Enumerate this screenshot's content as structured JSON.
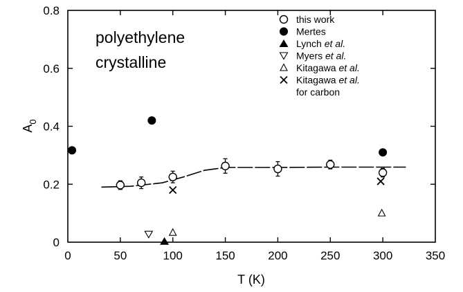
{
  "chart_data": {
    "type": "scatter",
    "annotation_lines": [
      "polyethylene",
      "crystalline"
    ],
    "xlabel": "T (K)",
    "ylabel": "A",
    "ylabel_subscript": "0",
    "xlim": [
      0,
      350
    ],
    "ylim": [
      0,
      0.8
    ],
    "xticks": [
      "0",
      "50",
      "100",
      "150",
      "200",
      "250",
      "300",
      "350"
    ],
    "yticks": [
      "0",
      "0.2",
      "0.4",
      "0.6",
      "0.8"
    ],
    "grid": false,
    "legend_position": "top-right",
    "series": [
      {
        "name": "this work",
        "marker": "open-circle",
        "points": [
          {
            "x": 50,
            "y": 0.197,
            "err": 0.015
          },
          {
            "x": 70,
            "y": 0.205,
            "err": 0.02
          },
          {
            "x": 100,
            "y": 0.225,
            "err": 0.02
          },
          {
            "x": 150,
            "y": 0.263,
            "err": 0.025
          },
          {
            "x": 200,
            "y": 0.253,
            "err": 0.025
          },
          {
            "x": 250,
            "y": 0.268,
            "err": 0.015
          },
          {
            "x": 300,
            "y": 0.24,
            "err": 0.015
          }
        ]
      },
      {
        "name": "Mertes",
        "marker": "filled-circle",
        "points": [
          {
            "x": 4,
            "y": 0.317
          },
          {
            "x": 80,
            "y": 0.42
          },
          {
            "x": 300,
            "y": 0.31
          }
        ]
      },
      {
        "name_parts": [
          "Lynch ",
          "et al."
        ],
        "marker": "filled-triangle",
        "points": [
          {
            "x": 92,
            "y": 0.003
          }
        ]
      },
      {
        "name_parts": [
          "Myers ",
          "et al."
        ],
        "marker": "open-triangle-down",
        "points": [
          {
            "x": 77,
            "y": 0.027
          }
        ]
      },
      {
        "name_parts": [
          "Kitagawa ",
          "et al."
        ],
        "marker": "open-triangle",
        "points": [
          {
            "x": 100,
            "y": 0.033
          },
          {
            "x": 299,
            "y": 0.1
          }
        ]
      },
      {
        "name_parts": [
          "Kitagawa ",
          "et al."
        ],
        "name_line2": "for carbon",
        "marker": "cross",
        "points": [
          {
            "x": 100,
            "y": 0.18
          },
          {
            "x": 298,
            "y": 0.21
          }
        ]
      }
    ],
    "trend_line": [
      [
        32,
        0.19
      ],
      [
        60,
        0.193
      ],
      [
        90,
        0.205
      ],
      [
        110,
        0.225
      ],
      [
        130,
        0.248
      ],
      [
        150,
        0.258
      ],
      [
        200,
        0.258
      ],
      [
        250,
        0.259
      ],
      [
        300,
        0.259
      ],
      [
        322,
        0.259
      ]
    ]
  }
}
